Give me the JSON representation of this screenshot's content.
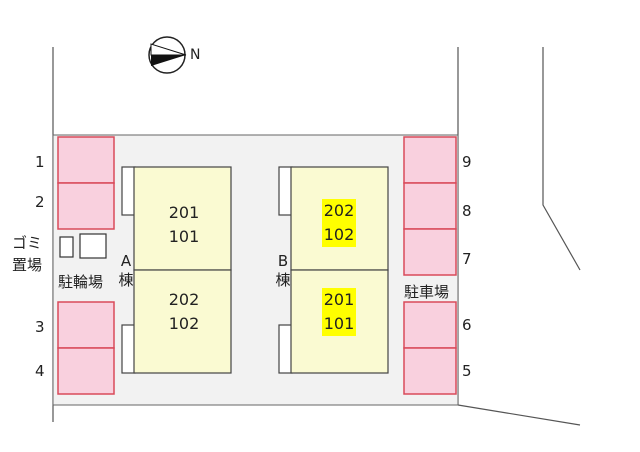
{
  "compass": {
    "label": "N"
  },
  "left_spaces": [
    "1",
    "2",
    "3",
    "4"
  ],
  "right_spaces": [
    "9",
    "8",
    "7",
    "6",
    "5"
  ],
  "garbage": {
    "label_line1": "ゴミ",
    "label_line2": "置場"
  },
  "bicycle_parking": {
    "label": "駐輪場"
  },
  "car_parking": {
    "label": "駐車場"
  },
  "building_a": {
    "label_letter": "A",
    "label_char": "棟",
    "upper_units": [
      "201",
      "101"
    ],
    "lower_units": [
      "202",
      "102"
    ]
  },
  "building_b": {
    "label_letter": "B",
    "label_char": "棟",
    "upper_units": [
      "202",
      "102"
    ],
    "lower_units": [
      "201",
      "101"
    ],
    "highlight_color": "#ffff00"
  },
  "colors": {
    "parking_fill": "#f9d0de",
    "parking_stroke": "#d94a5a",
    "building_fill": "#fafad2",
    "lot_fill": "#f2f2f2"
  }
}
